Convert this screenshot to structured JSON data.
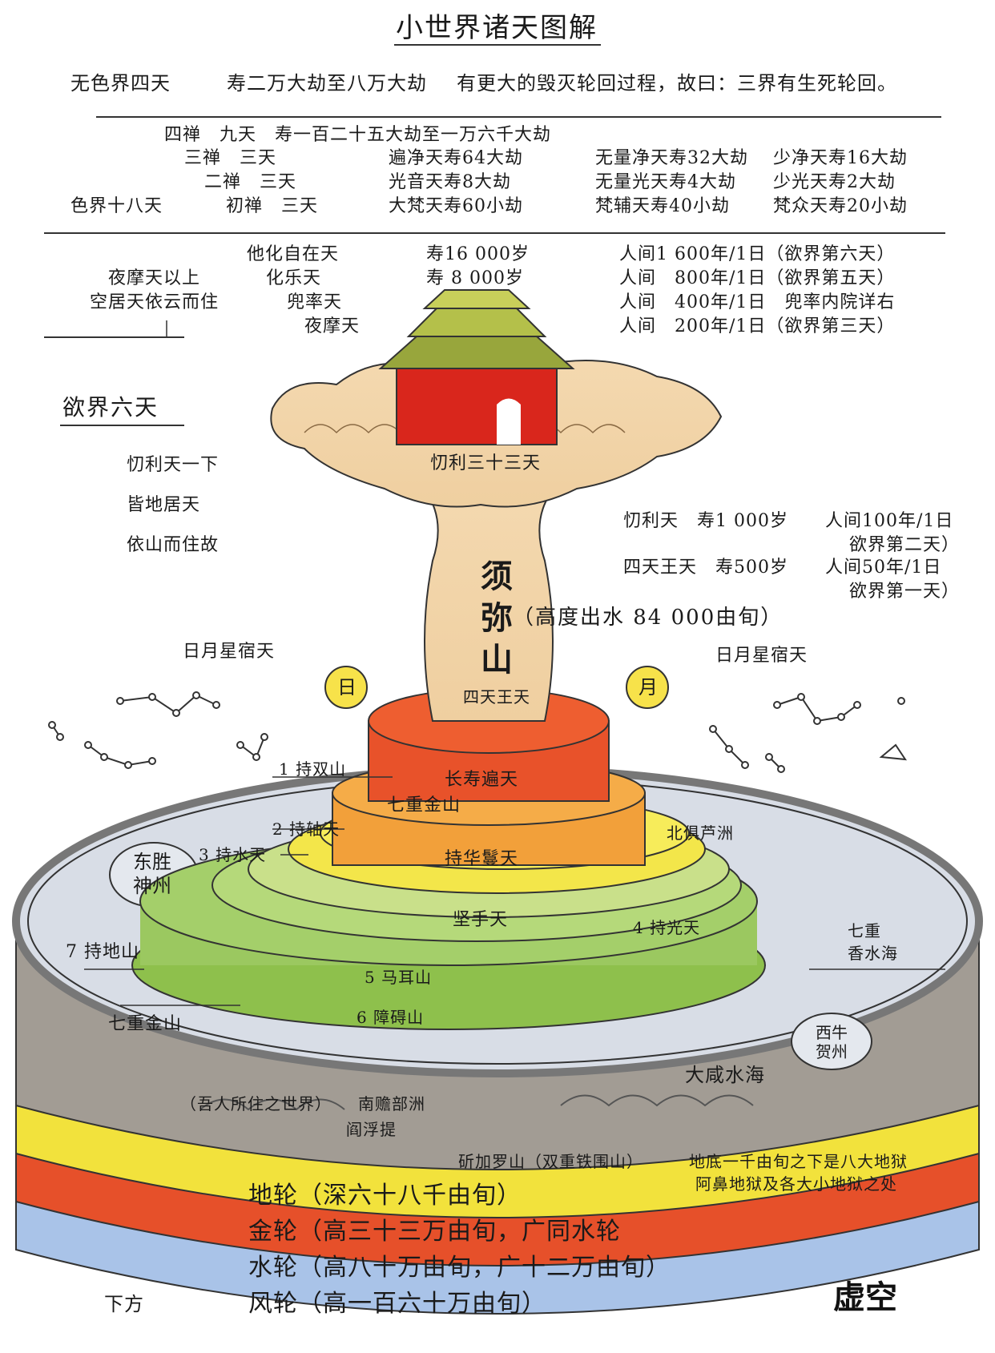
{
  "title": "小世界诸天图解",
  "formless": {
    "label": "无色界四天",
    "life": "寿二万大劫至八万大劫",
    "note": "有更大的毁灭轮回过程，故曰：三界有生死轮回。"
  },
  "form": {
    "label": "色界十八天",
    "row_top": "四禅　九天　寿一百二十五大劫至一万六千大劫",
    "rows": [
      {
        "name": "三禅　三天",
        "a": "遍净天寿64大劫",
        "b": "无量净天寿32大劫",
        "c": "少净天寿16大劫"
      },
      {
        "name": "二禅　三天",
        "a": "光音天寿8大劫",
        "b": "无量光天寿4大劫",
        "c": "少光天寿2大劫"
      },
      {
        "name": "初禅　三天",
        "a": "大梵天寿60小劫",
        "b": "梵辅天寿40小劫",
        "c": "梵众天寿20小劫"
      }
    ]
  },
  "desire_upper": {
    "note1": "夜摩天以上",
    "note2": "空居天依云而住",
    "heavens": [
      "他化自在天",
      "化乐天",
      "兜率天",
      "夜摩天"
    ],
    "lives": [
      "寿16 000岁",
      "寿 8 000岁"
    ],
    "ratios": [
      "人间1 600年/1日（欲界第六天）",
      "人间　800年/1日（欲界第五天）",
      "人间　400年/1日　兜率内院详右",
      "人间　200年/1日（欲界第三天）"
    ]
  },
  "desire_label": "欲界六天",
  "desire_notes": [
    "忉利天一下",
    "皆地居天",
    "依山而住故"
  ],
  "trayastrimsa": {
    "name": "忉利三十三天",
    "line1_a": "忉利天　寿1 000岁",
    "line1_b": "人间100年/1日",
    "line1_c": "欲界第二天）",
    "line2_a": "四天王天　寿500岁",
    "line2_b": "人间50年/1日",
    "line2_c": "欲界第一天）"
  },
  "sumeru": {
    "c1": "须",
    "c2": "弥",
    "c3": "山",
    "height": "（高度出水 84 000由旬）",
    "king_heaven": "四天王天"
  },
  "sun_moon_heaven": "日月星宿天",
  "sun": "日",
  "moon": "月",
  "rings": {
    "r1": "1 持双山",
    "r2": "2 持轴天",
    "r3": "3 持水天",
    "r4": "4 持光天",
    "r5": "5 马耳山",
    "r6": "6 障碍山",
    "r7": "7 持地山",
    "changshou": "长寿遍天",
    "qizhong1": "七重金山",
    "chihua": "持华鬘天",
    "jianshou": "坚手天",
    "qizhong2": "七重金山"
  },
  "continents": {
    "east": "东胜\n神州",
    "north": "北俱芦洲",
    "west": "西牛\n贺州",
    "south": "南赡部洲",
    "south_note": "（吾人所住之世界）",
    "yanfuti": "阎浮提"
  },
  "seas": {
    "seven": "七重\n香水海",
    "salt": "大咸水海"
  },
  "iron_mountain": "斫加罗山（双重铁围山）",
  "hell_1": "地底一千由旬之下是八大地狱",
  "hell_2": "阿鼻地狱及各大小地狱之处",
  "layers": [
    {
      "name": "地轮",
      "desc": "（深六十八千由旬）",
      "color": "#a29c94"
    },
    {
      "name": "金轮",
      "desc": "（高三十三万由旬，广同水轮",
      "color": "#f2e23c"
    },
    {
      "name": "水轮",
      "desc": "（高八十万由旬，广十二万由旬）",
      "color": "#e6502a"
    },
    {
      "name": "风轮",
      "desc": "（高一百六十万由旬）",
      "color": "#a9c3e8"
    }
  ],
  "below": "下方",
  "watermark": "虚空"
}
